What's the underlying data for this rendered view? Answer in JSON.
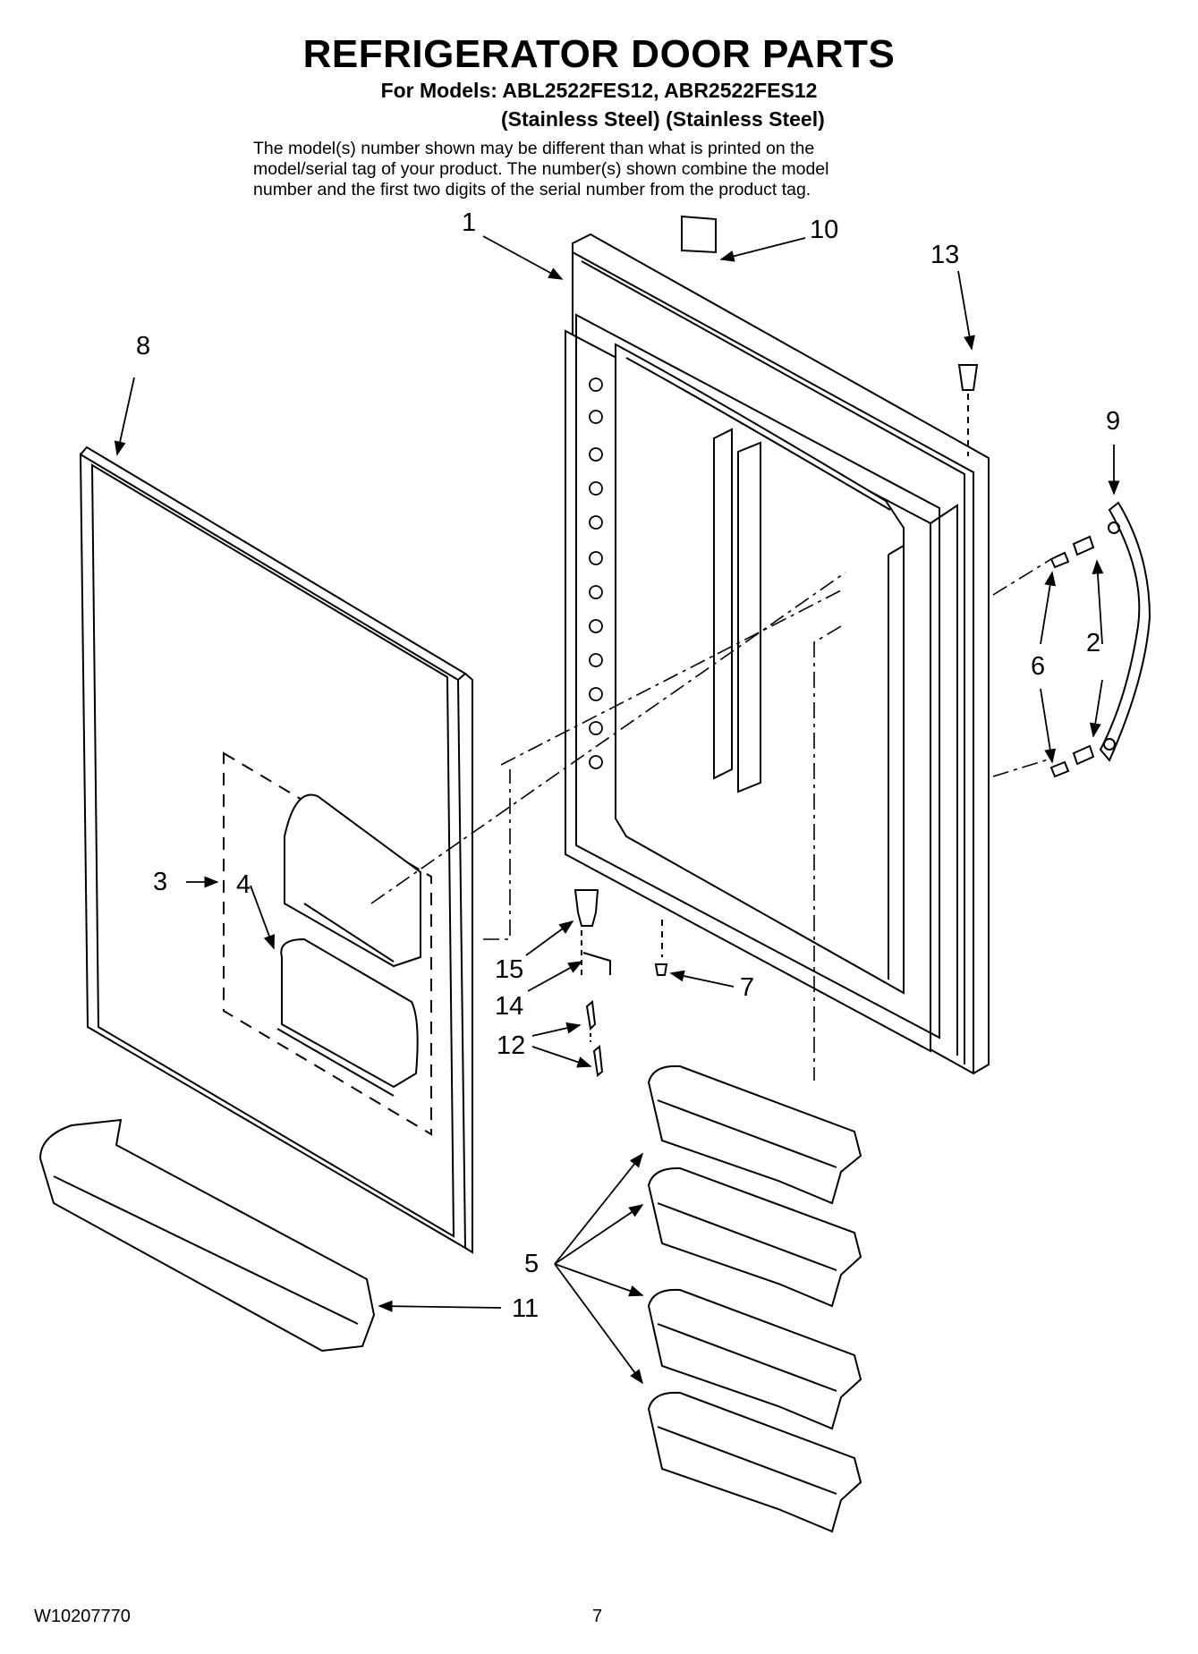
{
  "header": {
    "title": "REFRIGERATOR DOOR PARTS",
    "models": "For Models: ABL2522FES12, ABR2522FES12",
    "finish": "(Stainless Steel) (Stainless Steel)",
    "note_lines": [
      "The model(s) number shown may be different than what is printed on the",
      "model/serial tag of your product. The number(s) shown combine the model",
      "number and the first two digits of the serial number from the product tag."
    ]
  },
  "callouts": {
    "c1": "1",
    "c2": "2",
    "c3": "3",
    "c4": "4",
    "c5": "5",
    "c6": "6",
    "c7": "7",
    "c8": "8",
    "c9": "9",
    "c10": "10",
    "c11": "11",
    "c12": "12",
    "c13": "13",
    "c14": "14",
    "c15": "15"
  },
  "footer": {
    "doc_number": "W10207770",
    "page_number": "7"
  }
}
